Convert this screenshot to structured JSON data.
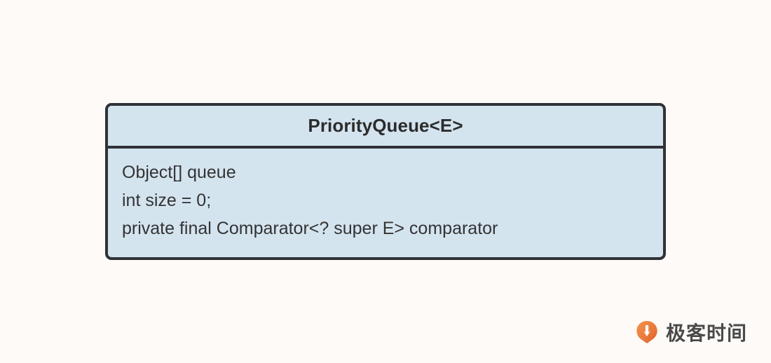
{
  "canvas": {
    "background_color": "#fdfaf7"
  },
  "diagram": {
    "type": "uml-class-diagram",
    "class_box": {
      "name": "PriorityQueue<E>",
      "fill_color": "#d4e4ef",
      "border_color": "#2f3238",
      "text_color": "#333333",
      "attributes": [
        "Object[] queue",
        "int size = 0;",
        "private final Comparator<? super E> comparator"
      ]
    }
  },
  "watermark": {
    "text": "极客时间",
    "logo_icon": "geektime-pin-logo-icon",
    "logo_color": "#e8713a",
    "text_color": "#4a4a4a"
  }
}
